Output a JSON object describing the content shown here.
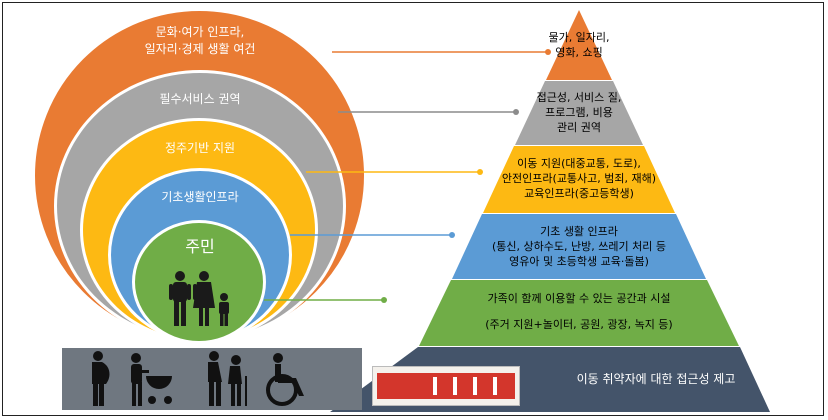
{
  "circles": {
    "outer": "문화·여가 인프라,\n일자리·경제 생활 여건",
    "level2": "필수서비스 권역",
    "level3": "정주기반 지원",
    "level4": "기초생활인프라",
    "center": "주민"
  },
  "pyramid": {
    "tier1": "물가, 일자리,\n영화, 쇼핑",
    "tier2": "접근성, 서비스 질,\n프로그램, 비용\n관리 권역",
    "tier3": "이동 지원(대중교통, 도로),\n안전인프라(교통사고, 범죄, 재해)\n교육인프라(중고등학생)",
    "tier4": "기초 생활 인프라\n(통신, 상하수도, 난방, 쓰레기 처리 등\n영유아 및 초등학생 교육·돌봄)",
    "tier5": "가족이 함께 이용할 수 있는 공간과 시설\n\n(주거 지원+놀이터, 공원, 광장, 녹지 등)",
    "base": "이동 취약자에 대한 접근성 제고"
  },
  "icons": [
    "family-icon",
    "pregnant-person-icon",
    "stroller-icon",
    "elderly-cane-icon",
    "wheelchair-icon"
  ],
  "colors": {
    "orange": "#e97b33",
    "gray": "#a6a6a6",
    "yellow": "#fdb913",
    "blue": "#5b9bd5",
    "green": "#70ad47",
    "navy": "#44546a",
    "strip": "#6f7780"
  }
}
